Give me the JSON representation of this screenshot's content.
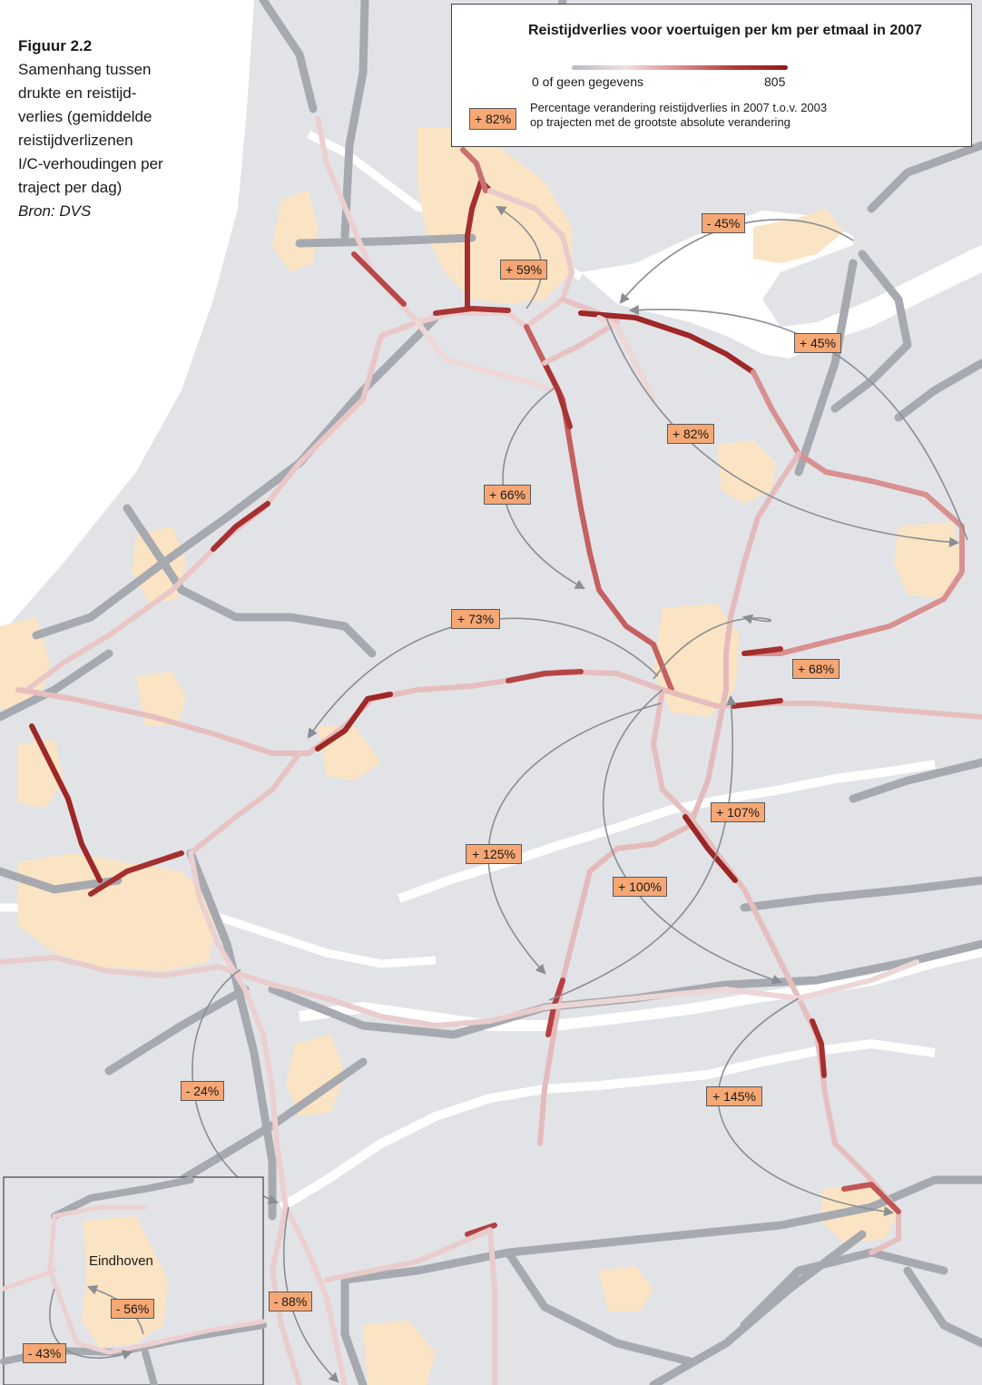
{
  "caption": {
    "figure": "Figuur 2.2",
    "lines": [
      "Samenhang tussen",
      "drukte en reistijd-",
      "verlies (gemiddelde",
      "reistijdverlizenen",
      "I/C-verhoudingen per",
      "traject per dag)"
    ],
    "source": "Bron: DVS"
  },
  "legend": {
    "title": "Reistijdverlies voor voertuigen per km per etmaal in 2007",
    "min_label": "0 of geen gegevens",
    "max_label": "805",
    "sample_label": "+ 82%",
    "desc_line1": "Percentage verandering reistijdverlies in 2007 t.o.v. 2003",
    "desc_line2": "op trajecten met de grootste absolute verandering"
  },
  "colors": {
    "land": "#e2e3e7",
    "sea": "#ffffff",
    "water": "#ffffff",
    "urban": "#fbe4c3",
    "road": "#a6a9b0",
    "loss_low": "#f1dede",
    "loss_high": "#8e1c1c",
    "label_fill": "#f6a774",
    "arrow": "#8a8d92"
  },
  "labels": [
    {
      "id": "a59",
      "text": "+ 59%"
    },
    {
      "id": "a45n",
      "text": "- 45%"
    },
    {
      "id": "a45p",
      "text": "+ 45%"
    },
    {
      "id": "a82",
      "text": "+ 82%"
    },
    {
      "id": "a66",
      "text": "+ 66%"
    },
    {
      "id": "a73",
      "text": "+ 73%"
    },
    {
      "id": "a68",
      "text": "+ 68%"
    },
    {
      "id": "a107",
      "text": "+ 107%"
    },
    {
      "id": "a125",
      "text": "+ 125%"
    },
    {
      "id": "a100",
      "text": "+ 100%"
    },
    {
      "id": "a24",
      "text": "- 24%"
    },
    {
      "id": "a145",
      "text": "+ 145%"
    },
    {
      "id": "a88",
      "text": "- 88%"
    },
    {
      "id": "a56",
      "text": "- 56%"
    },
    {
      "id": "a43",
      "text": "- 43%"
    }
  ],
  "inset": {
    "city": "Eindhoven"
  }
}
